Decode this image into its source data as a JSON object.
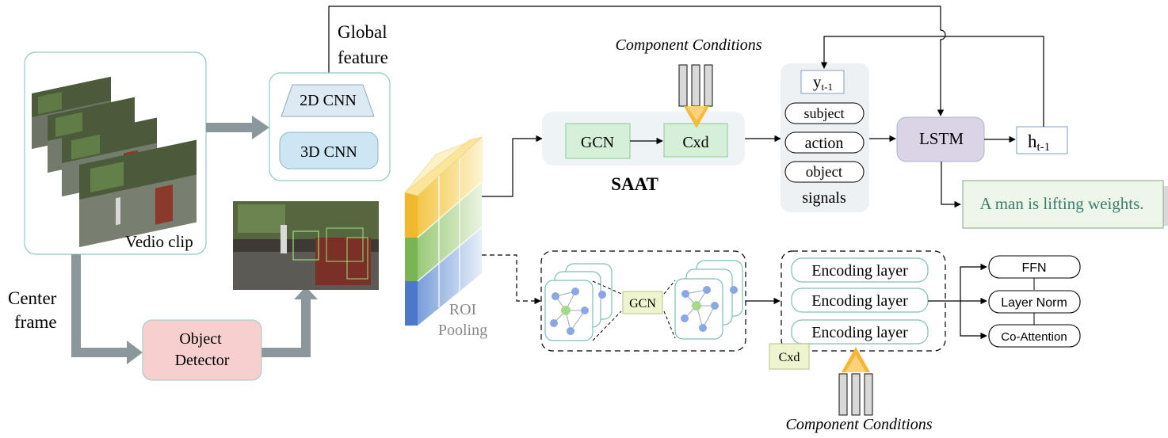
{
  "labels": {
    "video_clip": "Vedio clip",
    "global_feature_line1": "Global",
    "global_feature_line2": "feature",
    "cnn_2d": "2D CNN",
    "cnn_3d": "3D CNN",
    "center_frame_line1": "Center",
    "center_frame_line2": "frame",
    "object_detector_line1": "Object",
    "object_detector_line2": "Detector",
    "roi_pooling_line1": "ROI",
    "roi_pooling_line2": "Pooling",
    "component_conditions_top": "Component Conditions",
    "component_conditions_bottom": "Component Conditions",
    "gcn_top": "GCN",
    "cxd_top": "Cxd",
    "saat": "SAAT",
    "y_prev_base": "y",
    "y_prev_sub": "t-1",
    "signal_subject": "subject",
    "signal_action": "action",
    "signal_object": "object",
    "signals_caption": "signals",
    "lstm": "LSTM",
    "h_prev_base": "h",
    "h_prev_sub": "t-1",
    "output_sentence": "A man is lifting weights.",
    "gcn_bottom": "GCN",
    "encoding_layer_1": "Encoding layer",
    "encoding_layer_2": "Encoding layer",
    "encoding_layer_3": "Encoding layer",
    "cxd_bottom": "Cxd",
    "ffn": "FFN",
    "layer_norm": "Layer Norm",
    "co_attention": "Co-Attention"
  },
  "colors": {
    "arrow_gray": "#8c979b",
    "teal_border": "#7fb8b8",
    "cnn_2d_fill": "#deeaf3",
    "cnn_3d_fill": "#cde6f4",
    "green_box_fill": "#d6efd8",
    "green_box_border": "#8fc99a",
    "saat_panel": "#eef3f5",
    "object_detector_fill": "#f8cfcf",
    "lstm_fill": "#dbd3e6",
    "signals_panel": "#eef1f3",
    "cxd_bottom_fill": "#eef4cf",
    "output_text": "#3d7a6e",
    "condition_arrow": "#f5b731"
  }
}
